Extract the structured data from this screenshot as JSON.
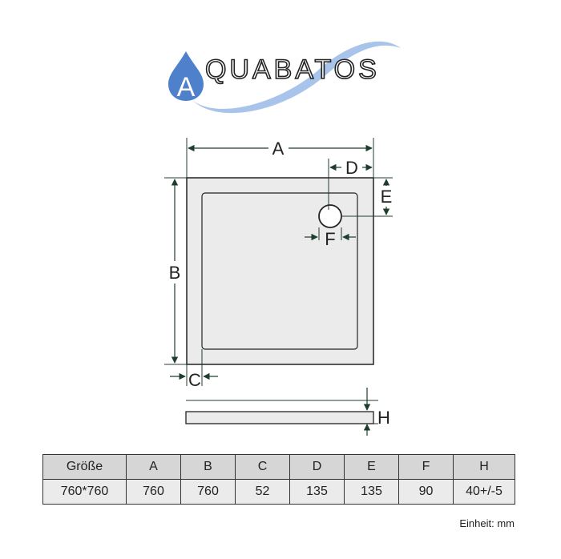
{
  "brand": {
    "initial": "A",
    "rest": "QUABATOS"
  },
  "diagram": {
    "labels": {
      "a": "A",
      "b": "B",
      "c": "C",
      "d": "D",
      "e": "E",
      "f": "F",
      "h": "H"
    }
  },
  "table": {
    "headers": [
      "Größe",
      "A",
      "B",
      "C",
      "D",
      "E",
      "F",
      "H"
    ],
    "row": [
      "760*760",
      "760",
      "760",
      "52",
      "135",
      "135",
      "90",
      "40+/-5"
    ]
  },
  "unit_note": "Einheit: mm",
  "colors": {
    "dim_line": "#1f3d2c",
    "tray_fill": "#ebebeb",
    "swoosh": "#a9c4ea",
    "drop": "#4f80cc"
  }
}
